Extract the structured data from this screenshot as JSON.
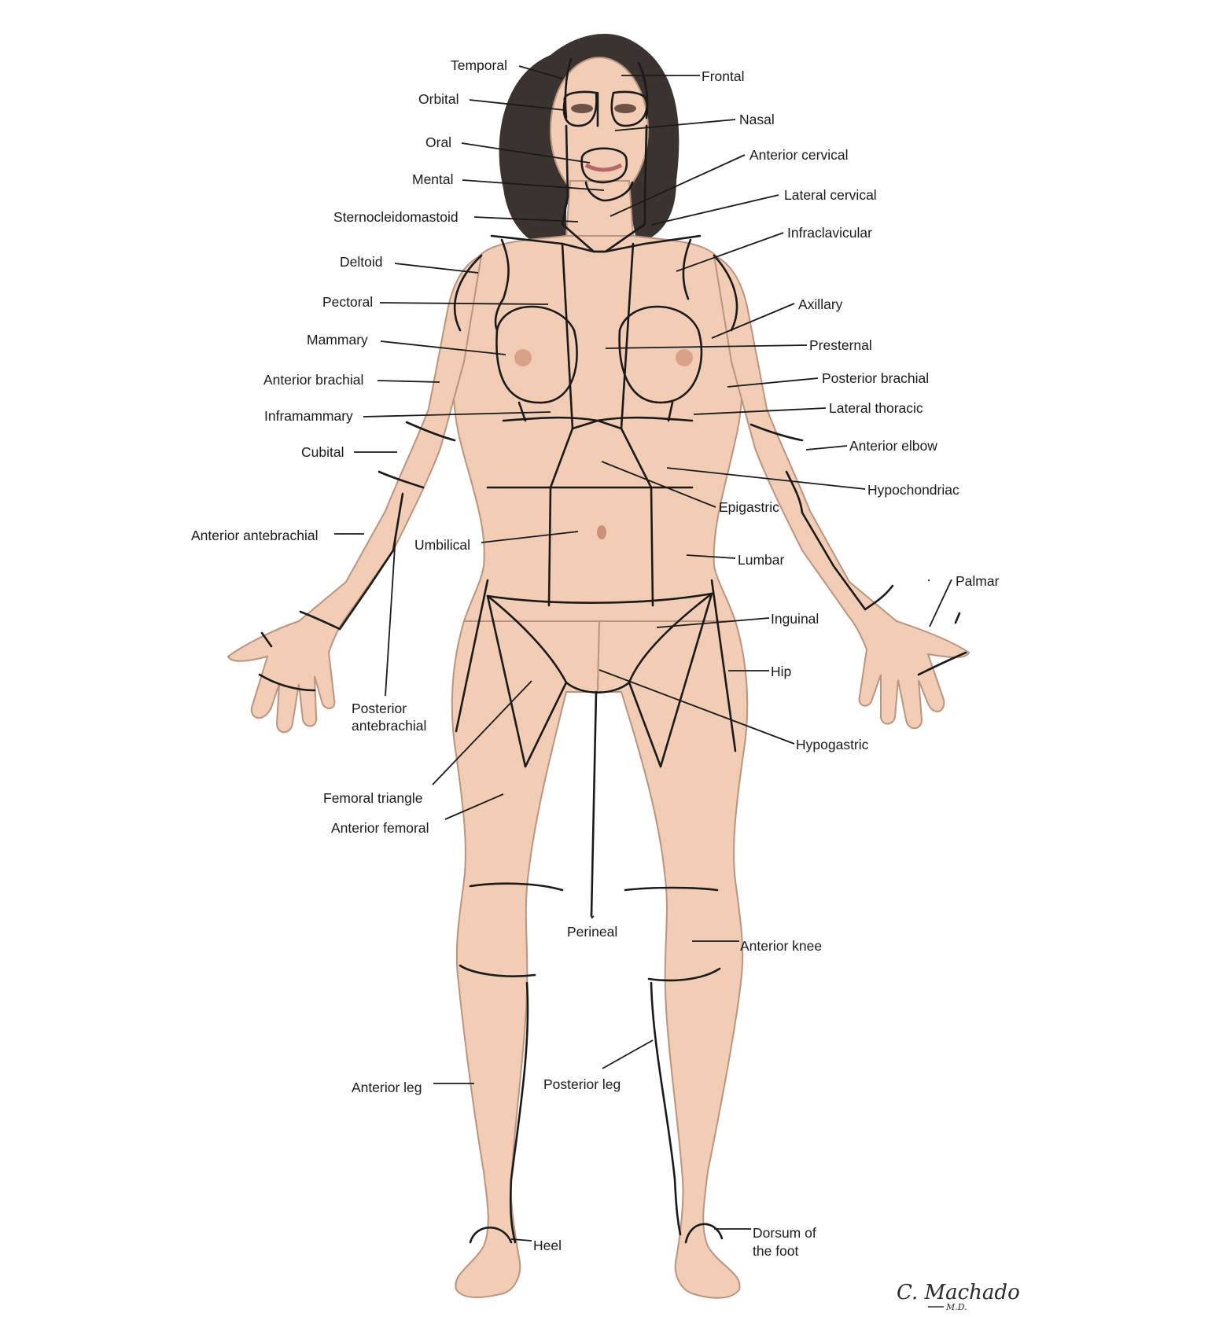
{
  "colors": {
    "skin": "#f1cdb5",
    "skin_shadow": "#e2b196",
    "hair": "#3a3330",
    "lines": "#1a1a1a"
  },
  "labels": {
    "temporal": "Temporal",
    "frontal": "Frontal",
    "orbital": "Orbital",
    "nasal": "Nasal",
    "oral": "Oral",
    "anterior_cervical": "Anterior cervical",
    "mental": "Mental",
    "lateral_cervical": "Lateral cervical",
    "sternocleidomastoid": "Sternocleidomastoid",
    "infraclavicular": "Infraclavicular",
    "deltoid": "Deltoid",
    "pectoral": "Pectoral",
    "axillary": "Axillary",
    "mammary": "Mammary",
    "presternal": "Presternal",
    "anterior_brachial": "Anterior brachial",
    "posterior_brachial": "Posterior brachial",
    "inframammary": "Inframammary",
    "lateral_thoracic": "Lateral thoracic",
    "cubital": "Cubital",
    "anterior_elbow": "Anterior elbow",
    "hypochondriac": "Hypochondriac",
    "epigastric": "Epigastric",
    "anterior_antebrachial": "Anterior antebrachial",
    "umbilical": "Umbilical",
    "lumbar": "Lumbar",
    "palmar": "Palmar",
    "inguinal": "Inguinal",
    "hip": "Hip",
    "posterior_antebrachial_line1": "Posterior",
    "posterior_antebrachial_line2": "antebrachial",
    "hypogastric": "Hypogastric",
    "femoral_triangle": "Femoral triangle",
    "anterior_femoral": "Anterior femoral",
    "perineal": "Perineal",
    "anterior_knee": "Anterior knee",
    "posterior_leg": "Posterior leg",
    "anterior_leg": "Anterior leg",
    "heel": "Heel",
    "dorsum_line1": "Dorsum of",
    "dorsum_line2": "the foot"
  },
  "signature": {
    "name": "C. Machado",
    "suffix": "M.D."
  }
}
